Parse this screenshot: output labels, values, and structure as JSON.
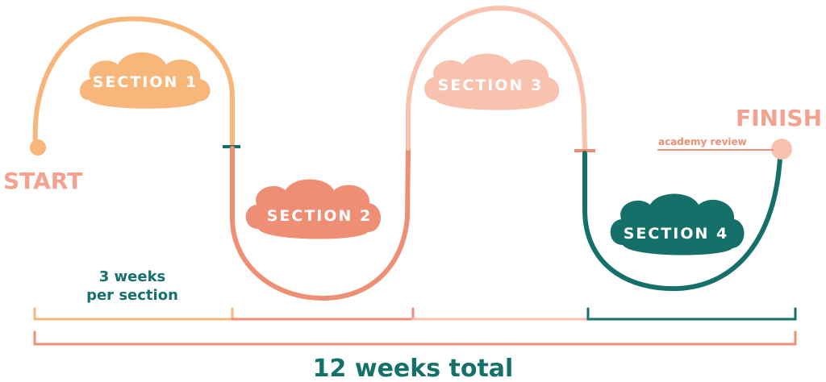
{
  "labels": {
    "start": "START",
    "finish": "FINISH",
    "review": "academy review",
    "per_section_line1": "3 weeks",
    "per_section_line2": "per section",
    "total": "12 weeks total"
  },
  "sections": [
    {
      "label": "SECTION 1",
      "color": "#F8B67A"
    },
    {
      "label": "SECTION 2",
      "color": "#EE8E75"
    },
    {
      "label": "SECTION 3",
      "color": "#F8C2AE"
    },
    {
      "label": "SECTION 4",
      "color": "#15706A"
    }
  ],
  "colors": {
    "start_text": "#F4A28F",
    "finish_text": "#F4A28F",
    "total_text": "#15706A",
    "note_text": "#15706A",
    "review_text": "#EE8E75",
    "total_bracket": "#EE8E75"
  }
}
